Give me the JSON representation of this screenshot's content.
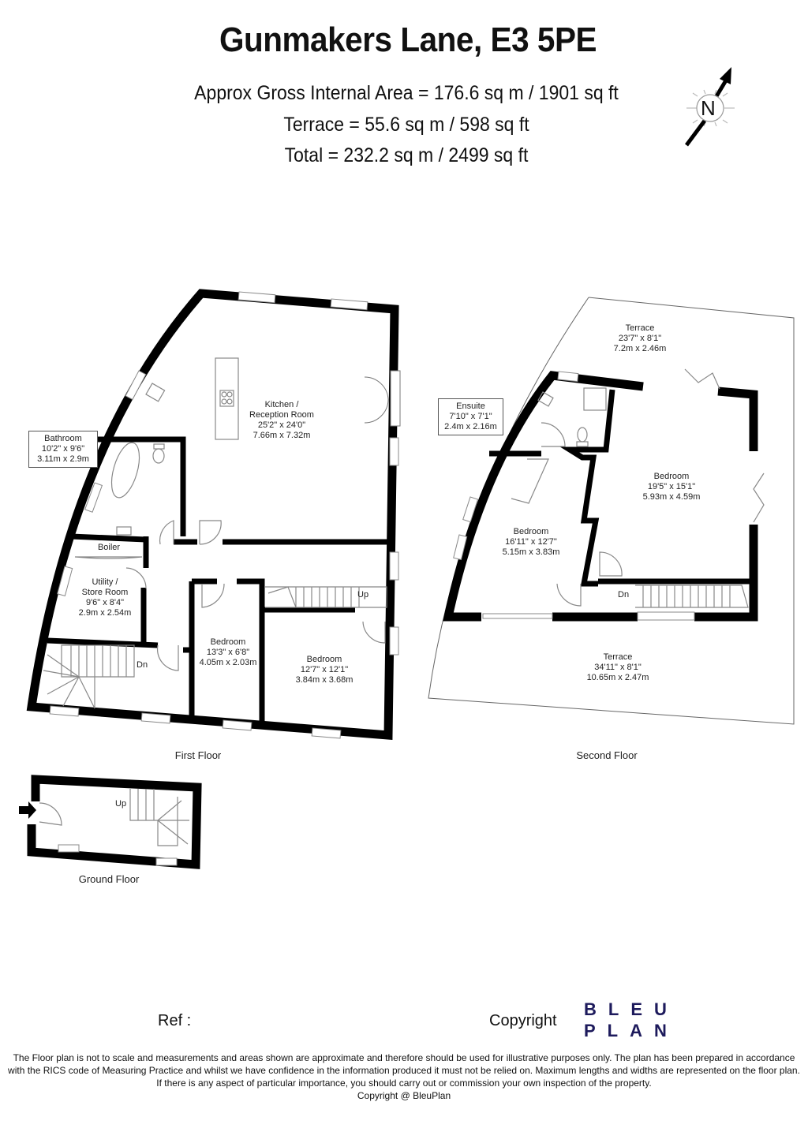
{
  "header": {
    "title": "Gunmakers Lane, E3 5PE",
    "gross_internal_area": "Approx Gross Internal Area = 176.6 sq m / 1901 sq ft",
    "terrace_area": "Terrace = 55.6 sq m / 598 sq ft",
    "total_area": "Total = 232.2 sq m / 2499 sq ft"
  },
  "compass": {
    "label": "N",
    "icon": "north-arrow-icon"
  },
  "first_floor": {
    "label": "First Floor",
    "rooms": [
      {
        "name": "Kitchen /",
        "name2": "Reception Room",
        "imperial": "25'2\" x 24'0\"",
        "metric": "7.66m x 7.32m"
      },
      {
        "name": "Bathroom",
        "imperial": "10'2\" x 9'6\"",
        "metric": "3.11m x 2.9m"
      },
      {
        "name": "Boiler"
      },
      {
        "name": "Utility /",
        "name2": "Store Room",
        "imperial": "9'6\" x 8'4\"",
        "metric": "2.9m x 2.54m"
      },
      {
        "name": "Bedroom",
        "imperial": "13'3\" x 6'8\"",
        "metric": "4.05m x 2.03m"
      },
      {
        "name": "Bedroom",
        "imperial": "12'7\" x 12'1\"",
        "metric": "3.84m x 3.68m"
      }
    ],
    "stairs": {
      "up": "Up",
      "down": "Dn"
    }
  },
  "second_floor": {
    "label": "Second Floor",
    "rooms": [
      {
        "name": "Terrace",
        "imperial": "23'7\" x 8'1\"",
        "metric": "7.2m x 2.46m"
      },
      {
        "name": "Ensuite",
        "imperial": "7'10\" x 7'1\"",
        "metric": "2.4m x 2.16m"
      },
      {
        "name": "Bedroom",
        "imperial": "19'5\" x 15'1\"",
        "metric": "5.93m x 4.59m"
      },
      {
        "name": "Bedroom",
        "imperial": "16'11\" x 12'7\"",
        "metric": "5.15m x 3.83m"
      },
      {
        "name": "Terrace",
        "imperial": "34'11\" x 8'1\"",
        "metric": "10.65m x 2.47m"
      }
    ],
    "stairs": {
      "down": "Dn"
    }
  },
  "ground_floor": {
    "label": "Ground Floor",
    "stairs": {
      "up": "Up"
    }
  },
  "footer": {
    "ref_label": "Ref  :",
    "copyright_label": "Copyright",
    "logo_line1": "BLEU",
    "logo_line2": "PLAN",
    "logo_color": "#1d1a5c",
    "disclaimer": [
      "The Floor plan is not to scale and measurements and areas shown are approximate and therefore should be used for illustrative purposes only. The plan has been prepared in accordance",
      "with the RICS code of Measuring Practice and whilst we have confidence in the information produced it must not be relied on. Maximum lengths and widths are represented on the floor plan.",
      "If there is any aspect of particular importance, you should carry out or commission your own inspection of the property.",
      "Copyright @ BleuPlan"
    ]
  }
}
